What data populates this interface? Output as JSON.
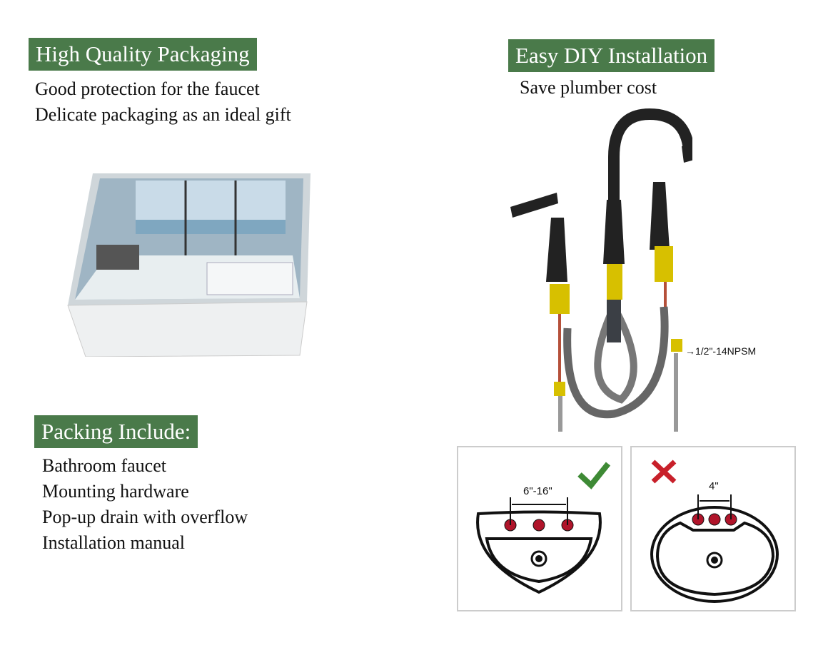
{
  "packaging": {
    "title": "High Quality Packaging",
    "lines": [
      "Good protection for the faucet",
      "Delicate packaging as an ideal gift"
    ]
  },
  "installation": {
    "title": "Easy DIY Installation",
    "subtitle": "Save plumber cost",
    "thread_label": "1/2\"-14NPSM"
  },
  "packing": {
    "title": "Packing Include:",
    "items": [
      "Bathroom faucet",
      "Mounting hardware",
      "Pop-up drain with overflow",
      "Installation manual"
    ]
  },
  "compatibility": {
    "correct_spacing": "6\"-16\"",
    "wrong_spacing": "4\""
  },
  "colors": {
    "banner": "#4a7a4a",
    "check": "#3e8a35",
    "cross": "#c8202a",
    "hole": "#b0142a"
  }
}
